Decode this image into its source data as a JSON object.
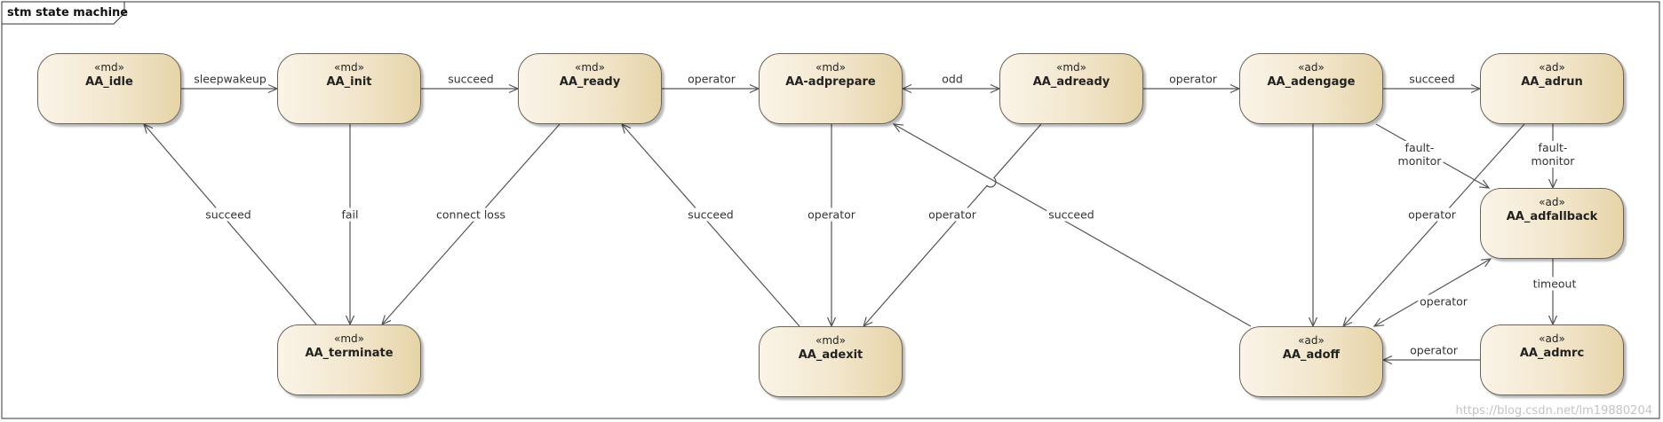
{
  "diagram": {
    "frame_label": "stm state machine",
    "states": [
      {
        "id": "AA_idle",
        "stereotype": "«md»",
        "name": "AA_idle"
      },
      {
        "id": "AA_init",
        "stereotype": "«md»",
        "name": "AA_init"
      },
      {
        "id": "AA_ready",
        "stereotype": "«md»",
        "name": "AA_ready"
      },
      {
        "id": "AA-adprepare",
        "stereotype": "«md»",
        "name": "AA-adprepare"
      },
      {
        "id": "AA_adready",
        "stereotype": "«md»",
        "name": "AA_adready"
      },
      {
        "id": "AA_adengage",
        "stereotype": "«ad»",
        "name": "AA_adengage"
      },
      {
        "id": "AA_adrun",
        "stereotype": "«ad»",
        "name": "AA_adrun"
      },
      {
        "id": "AA_adfallback",
        "stereotype": "«ad»",
        "name": "AA_adfallback"
      },
      {
        "id": "AA_terminate",
        "stereotype": "«md»",
        "name": "AA_terminate"
      },
      {
        "id": "AA_adexit",
        "stereotype": "«md»",
        "name": "AA_adexit"
      },
      {
        "id": "AA_adoff",
        "stereotype": "«ad»",
        "name": "AA_adoff"
      },
      {
        "id": "AA_admrc",
        "stereotype": "«ad»",
        "name": "AA_admrc"
      }
    ],
    "transitions": [
      {
        "from": "AA_idle",
        "to": "AA_init",
        "label": "sleepwakeup"
      },
      {
        "from": "AA_init",
        "to": "AA_ready",
        "label": "succeed"
      },
      {
        "from": "AA_ready",
        "to": "AA-adprepare",
        "label": "operator"
      },
      {
        "from": "AA-adprepare",
        "to": "AA_adready",
        "label": "odd",
        "bidirectional": true
      },
      {
        "from": "AA_adready",
        "to": "AA_adengage",
        "label": "operator"
      },
      {
        "from": "AA_adengage",
        "to": "AA_adrun",
        "label": "succeed"
      },
      {
        "from": "AA_terminate",
        "to": "AA_idle",
        "label": "succeed"
      },
      {
        "from": "AA_init",
        "to": "AA_terminate",
        "label": "fail"
      },
      {
        "from": "AA_ready",
        "to": "AA_terminate",
        "label": "connect loss"
      },
      {
        "from": "AA_adexit",
        "to": "AA_ready",
        "label": "succeed"
      },
      {
        "from": "AA-adprepare",
        "to": "AA_adexit",
        "label": "operator"
      },
      {
        "from": "AA_adready",
        "to": "AA_adexit",
        "label": "operator"
      },
      {
        "from": "AA_adoff",
        "to": "AA-adprepare",
        "label": "succeed"
      },
      {
        "from": "AA_adengage",
        "to": "AA_adoff",
        "label": ""
      },
      {
        "from": "AA_adengage",
        "to": "AA_adfallback",
        "label": "fault-\nmonitor"
      },
      {
        "from": "AA_adrun",
        "to": "AA_adfallback",
        "label": "fault-\nmonitor"
      },
      {
        "from": "AA_adrun",
        "to": "AA_adoff",
        "label": "operator"
      },
      {
        "from": "AA_adfallback",
        "to": "AA_adoff",
        "label": "operator",
        "bidirectional": true
      },
      {
        "from": "AA_adfallback",
        "to": "AA_admrc",
        "label": "timeout"
      },
      {
        "from": "AA_admrc",
        "to": "AA_adoff",
        "label": "operator"
      }
    ]
  },
  "watermark": "https://blog.csdn.net/lm19880204"
}
